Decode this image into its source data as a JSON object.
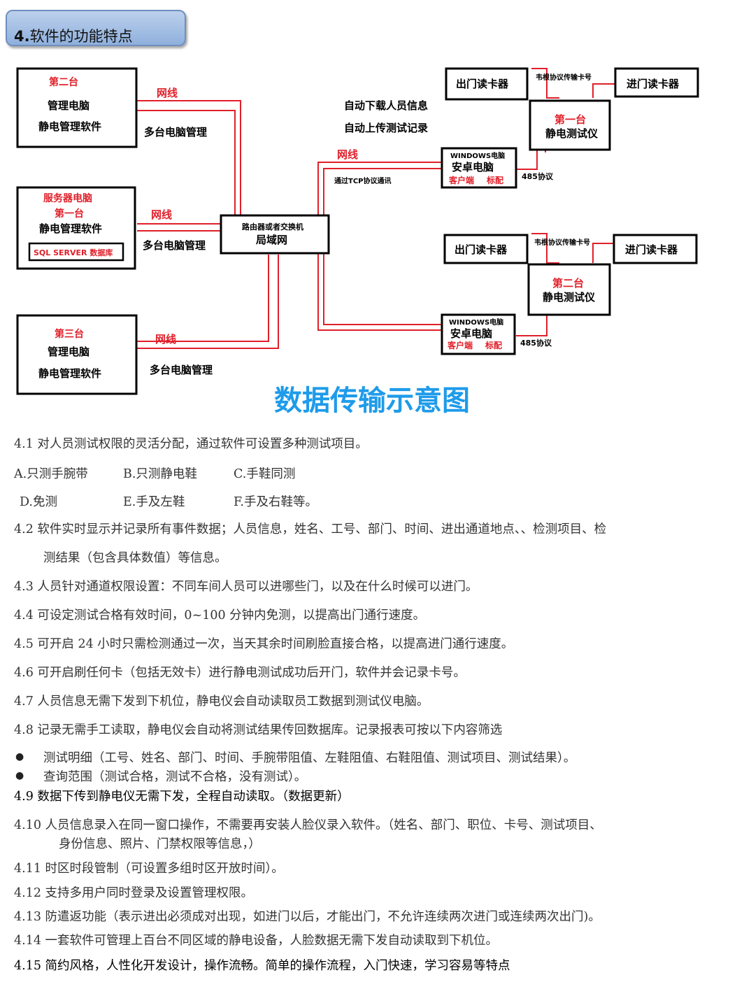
{
  "section": {
    "number": "4.",
    "title": "软件的功能特点"
  },
  "diagram": {
    "title": "数据传输示意图",
    "pc2": {
      "label": "第二台",
      "line1": "管理电脑",
      "line2": "静电管理软件"
    },
    "server": {
      "label1": "服务器电脑",
      "label2": "第一台",
      "line1": "静电管理软件",
      "db": "SQL SERVER 数据库"
    },
    "pc3": {
      "label": "第三台",
      "line1": "管理电脑",
      "line2": "静电管理软件"
    },
    "router": {
      "line1": "路由器或者交换机",
      "line2": "局域网"
    },
    "net_label": "网线",
    "multi_pc": "多台电脑管理",
    "auto_download": "自动下载人员信息",
    "auto_upload": "自动上传测试记录",
    "tcp": "通过TCP协议通讯",
    "exit_reader": "出门读卡器",
    "enter_reader": "进门读卡器",
    "wiegand": "韦根协议传输卡号",
    "tester1": {
      "label": "第一台",
      "line": "静电测试仪"
    },
    "tester2": {
      "label": "第二台",
      "line": "静电测试仪"
    },
    "android": {
      "top": "WINDOWS电脑",
      "main": "安卓电脑",
      "client": "客户端",
      "std": "标配"
    },
    "rs485": "485协议"
  },
  "items": [
    {
      "text": "4.1 对人员测试权限的灵活分配，通过软件可设置多种测试项目。"
    },
    {
      "text": "4.2 软件实时显示并记录所有事件数据；人员信息，姓名、工号、部门、时间、进出通道地点、、检测项目、检",
      "cont": "测结果（包含具体数值）等信息。"
    },
    {
      "text": "4.3 人员针对通道权限设置：不同车间人员可以进哪些门，以及在什么时候可以进门。"
    },
    {
      "text": "4.4 可设定测试合格有效时间，0~100 分钟内免测，以提高出门通行速度。"
    },
    {
      "text": "4.5 可开启 24 小时只需检测通过一次，当天其余时间刷脸直接合格，以提高进门通行速度。"
    },
    {
      "text": "4.6 可开启刷任何卡（包括无效卡）进行静电测试成功后开门，软件并会记录卡号。"
    },
    {
      "text": "4.7 人员信息无需下发到下机位，静电仪会自动读取员工数据到测试仪电脑。"
    },
    {
      "text": "4.8 记录无需手工读取，静电仪会自动将测试结果传回数据库。记录报表可按以下内容筛选"
    },
    {
      "text": "4.9 数据下传到静电仪无需下发，全程自动读取。（数据更新）"
    },
    {
      "text": "4.10 人员信息录入在同一窗口操作，不需要再安装人脸仪录入软件。（姓名、部门、职位、卡号、测试项目、",
      "cont": "身份信息、照片、门禁权限等信息，）"
    },
    {
      "text": "4.11 时区时段管制（可设置多组时区开放时间）。"
    },
    {
      "text": "4.12 支持多用户同时登录及设置管理权限。"
    },
    {
      "text": "4.13 防遣返功能（表示进出必须成对出现，如进门以后，才能出门，不允许连续两次进门或连续两次出门)。"
    },
    {
      "text": "4.14 一套软件可管理上百台不同区域的静电设备，人脸数据无需下发自动读取到下机位。"
    },
    {
      "text": "4.15 简约风格，人性化开发设计，操作流畅。简单的操作流程，入门快速，学习容易等特点"
    }
  ],
  "options": [
    "A.只测手腕带",
    "B.只测静电鞋",
    "C.手鞋同测",
    "D.免测",
    "E.手及左鞋",
    "F.手及右鞋等。"
  ],
  "bullets": [
    "测试明细（工号、姓名、部门、时间、手腕带阻值、左鞋阻值、右鞋阻值、测试项目、测试结果）。",
    "查询范围（测试合格，测试不合格，没有测试）。"
  ],
  "bullet_symbol": "●"
}
